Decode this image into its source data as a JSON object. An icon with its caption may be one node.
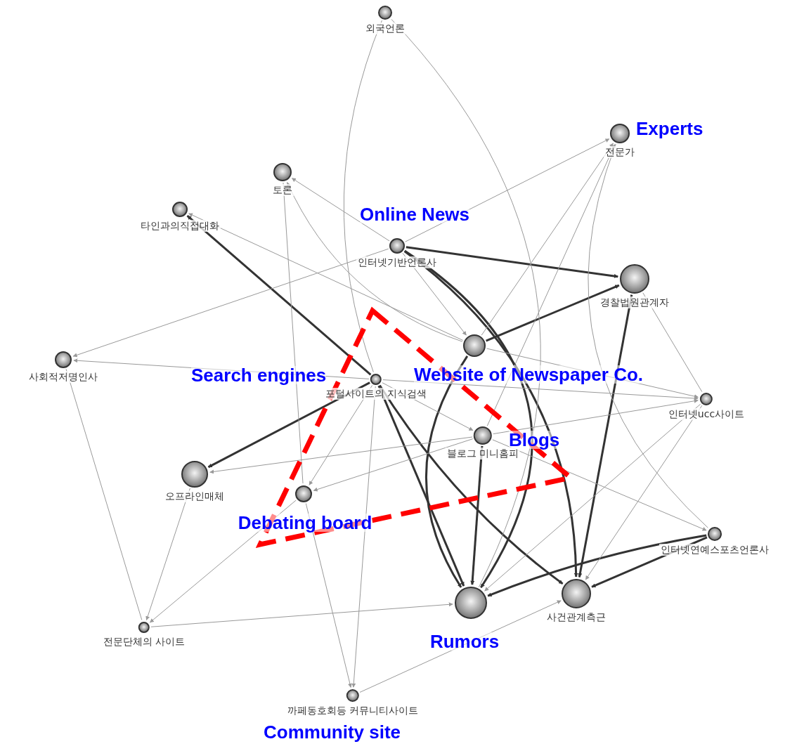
{
  "diagram": {
    "nodes": [
      {
        "text": [
          "외국언론"
        ]
      },
      {
        "text": [
          "전문가"
        ],
        "beside": [
          "Experts"
        ]
      },
      {
        "text": [
          "토론"
        ]
      },
      {
        "text": [
          "타인과의직접대화"
        ]
      },
      {
        "text": [
          "인터넷기반언론사"
        ],
        "beside": [
          "Online News"
        ]
      },
      {
        "text": [
          "경찰법원관계자"
        ]
      },
      {
        "text": [
          "Website of Newspaper Co."
        ]
      },
      {
        "text": [
          "사회적저명인사"
        ]
      },
      {
        "text": [
          "포털사이트의 지식검색"
        ],
        "beside": [
          "Search engines"
        ]
      },
      {
        "text": [
          "인터넷ucc사이트"
        ]
      },
      {
        "text": [
          "블로그 미니홈피"
        ],
        "beside": [
          "Blogs"
        ]
      },
      {
        "text": [
          "오프라인매체"
        ]
      },
      {
        "text": [
          "Debating board"
        ]
      },
      {
        "text": [
          "인터넷연예스포츠언론사"
        ]
      },
      {
        "text": [
          "Rumors"
        ]
      },
      {
        "text": [
          "사건관계측근"
        ]
      },
      {
        "text": [
          "전문단체의 사이트"
        ]
      },
      {
        "text": [
          "까페동호회등 커뮤니티사이트"
        ],
        "beside": [
          "Community site"
        ]
      }
    ],
    "edges": [
      {
        "from": 4,
        "to": 5,
        "arrow": "to",
        "style": "thick",
        "color": "#333333"
      },
      {
        "from": 6,
        "to": 5,
        "arrow": "to",
        "style": "thick",
        "color": "#333333"
      },
      {
        "from": 8,
        "to": 3,
        "arrow": "to",
        "style": "thick",
        "color": "#333333"
      },
      {
        "from": 8,
        "to": 11,
        "arrow": "to",
        "style": "thick",
        "color": "#333333"
      },
      {
        "from": 4,
        "to": 14,
        "arrow": "to",
        "style": "thick",
        "color": "#333333"
      },
      {
        "from": 4,
        "to": 15,
        "arrow": "to",
        "style": "thick",
        "color": "#333333"
      },
      {
        "from": 6,
        "to": 14,
        "arrow": "to",
        "style": "thick",
        "color": "#333333"
      },
      {
        "from": 10,
        "to": 14,
        "arrow": "to",
        "style": "thick",
        "color": "#333333"
      },
      {
        "from": 8,
        "to": 14,
        "arrow": "to",
        "style": "thick",
        "color": "#333333"
      },
      {
        "from": 8,
        "to": 15,
        "arrow": "to",
        "style": "thick",
        "color": "#333333"
      },
      {
        "from": 5,
        "to": 15,
        "arrow": "to",
        "style": "thick",
        "color": "#333333"
      },
      {
        "from": 13,
        "to": 15,
        "arrow": "to",
        "style": "thick",
        "color": "#333333"
      },
      {
        "from": 13,
        "to": 14,
        "arrow": "to",
        "style": "thick",
        "color": "#333333"
      },
      {
        "from": 0,
        "to": 8,
        "arrow": "none"
      },
      {
        "from": 14,
        "to": 0,
        "arrow": "none"
      },
      {
        "from": 4,
        "to": 1,
        "arrow": "to"
      },
      {
        "from": 6,
        "to": 1,
        "arrow": "to"
      },
      {
        "from": 10,
        "to": 1,
        "arrow": "to"
      },
      {
        "from": 4,
        "to": 2,
        "arrow": "to"
      },
      {
        "from": 6,
        "to": 2,
        "arrow": "to"
      },
      {
        "from": 6,
        "to": 3,
        "arrow": "to"
      },
      {
        "from": 4,
        "to": 7,
        "arrow": "to"
      },
      {
        "from": 8,
        "to": 7,
        "arrow": "to"
      },
      {
        "from": 1,
        "to": 13,
        "arrow": "none"
      },
      {
        "from": 5,
        "to": 9,
        "arrow": "none"
      },
      {
        "from": 8,
        "to": 9,
        "arrow": "to"
      },
      {
        "from": 6,
        "to": 9,
        "arrow": "to"
      },
      {
        "from": 10,
        "to": 9,
        "arrow": "to"
      },
      {
        "from": 8,
        "to": 10,
        "arrow": "to"
      },
      {
        "from": 4,
        "to": 6,
        "arrow": "to"
      },
      {
        "from": 9,
        "to": 14,
        "arrow": "to"
      },
      {
        "from": 9,
        "to": 15,
        "arrow": "to"
      },
      {
        "from": 10,
        "to": 13,
        "arrow": "to"
      },
      {
        "from": 8,
        "to": 12,
        "arrow": "to"
      },
      {
        "from": 10,
        "to": 12,
        "arrow": "to"
      },
      {
        "from": 10,
        "to": 11,
        "arrow": "to"
      },
      {
        "from": 7,
        "to": 16,
        "arrow": "none"
      },
      {
        "from": 11,
        "to": 16,
        "arrow": "to"
      },
      {
        "from": 12,
        "to": 16,
        "arrow": "to"
      },
      {
        "from": 16,
        "to": 14,
        "arrow": "to"
      },
      {
        "from": 12,
        "to": 17,
        "arrow": "to"
      },
      {
        "from": 8,
        "to": 17,
        "arrow": "to"
      },
      {
        "from": 17,
        "to": 15,
        "arrow": "to"
      },
      {
        "from": 2,
        "to": 12,
        "arrow": "none"
      }
    ]
  }
}
